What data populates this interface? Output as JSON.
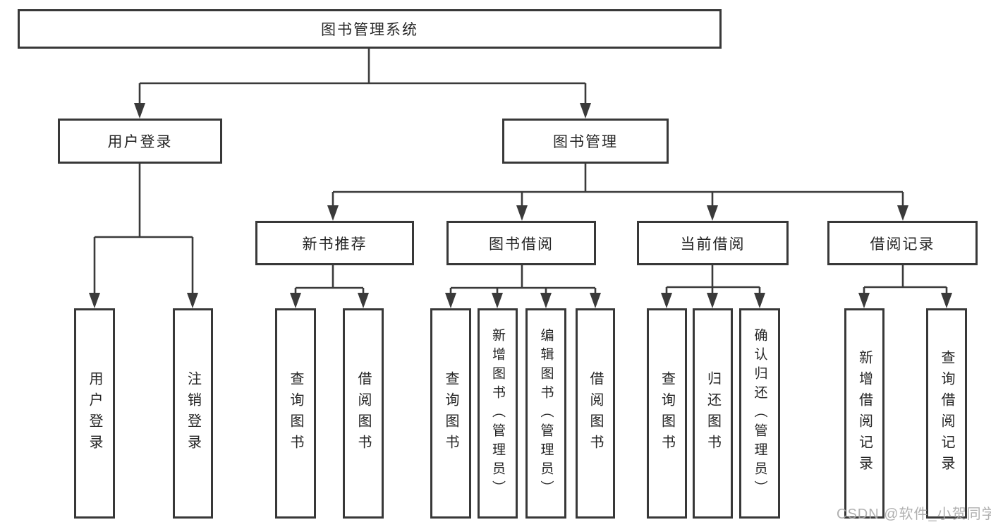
{
  "tree": {
    "root": {
      "label": "图书管理系统",
      "children": [
        {
          "label": "用户登录",
          "children": [
            {
              "label": "用户登录"
            },
            {
              "label": "注销登录"
            }
          ]
        },
        {
          "label": "图书管理",
          "children": [
            {
              "label": "新书推荐",
              "children": [
                {
                  "label": "查询图书"
                },
                {
                  "label": "借阅图书"
                }
              ]
            },
            {
              "label": "图书借阅",
              "children": [
                {
                  "label": "查询图书"
                },
                {
                  "label": "新增图书（管理员）"
                },
                {
                  "label": "编辑图书（管理员）"
                },
                {
                  "label": "借阅图书"
                }
              ]
            },
            {
              "label": "当前借阅",
              "children": [
                {
                  "label": "查询图书"
                },
                {
                  "label": "归还图书"
                },
                {
                  "label": "确认归还（管理员）"
                }
              ]
            },
            {
              "label": "借阅记录",
              "children": [
                {
                  "label": "新增借阅记录"
                },
                {
                  "label": "查询借阅记录"
                }
              ]
            }
          ]
        }
      ]
    }
  },
  "watermark": {
    "text": "CSDN @软件_小贺同学"
  },
  "colors": {
    "background": "#ffffff",
    "box_border": "#383838",
    "line": "#3a3a3a",
    "text": "#262626",
    "watermark": "#a8a8a8"
  }
}
